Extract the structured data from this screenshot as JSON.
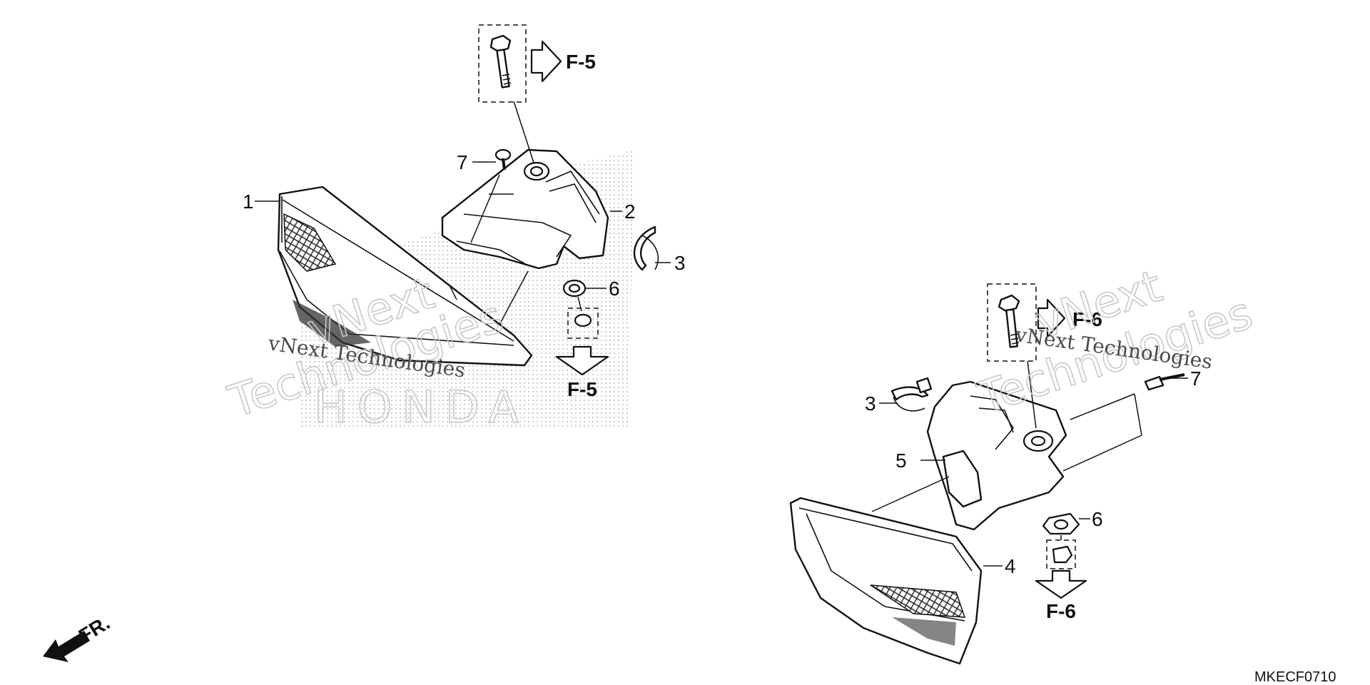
{
  "diagram": {
    "callouts_left": {
      "c1": "1",
      "c2": "2",
      "c3": "3",
      "c6": "6",
      "c7": "7"
    },
    "callouts_right": {
      "c3": "3",
      "c4": "4",
      "c5": "5",
      "c6": "6",
      "c7": "7"
    },
    "refs": {
      "f5_top": "F-5",
      "f5_bottom": "F-5",
      "f6_top": "F-6",
      "f6_bottom": "F-6"
    },
    "front_label": "FR.",
    "watermarks": {
      "vnext_1": "vNext",
      "tech_1": "Technologies",
      "small_1": "vNext Technologies",
      "honda": "HONDA",
      "vnext_2": "vNext",
      "tech_2": "Technologies",
      "small_2": "vNext Technologies"
    },
    "diagram_code": "MKECF0710"
  }
}
